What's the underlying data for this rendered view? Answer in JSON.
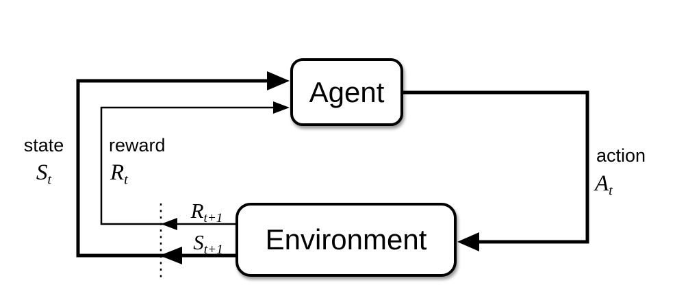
{
  "nodes": {
    "agent": {
      "label": "Agent"
    },
    "environment": {
      "label": "Environment"
    }
  },
  "edges": {
    "state": {
      "word": "state",
      "symbol_base": "S",
      "symbol_sub": "t"
    },
    "reward": {
      "word": "reward",
      "symbol_base": "R",
      "symbol_sub": "t"
    },
    "action": {
      "word": "action",
      "symbol_base": "A",
      "symbol_sub": "t"
    },
    "next_reward": {
      "symbol_base": "R",
      "symbol_sub": "t+1"
    },
    "next_state": {
      "symbol_base": "S",
      "symbol_sub": "t+1"
    }
  },
  "colors": {
    "ink": "#000000",
    "box_fill": "#ffffff",
    "background": "#ffffff"
  }
}
